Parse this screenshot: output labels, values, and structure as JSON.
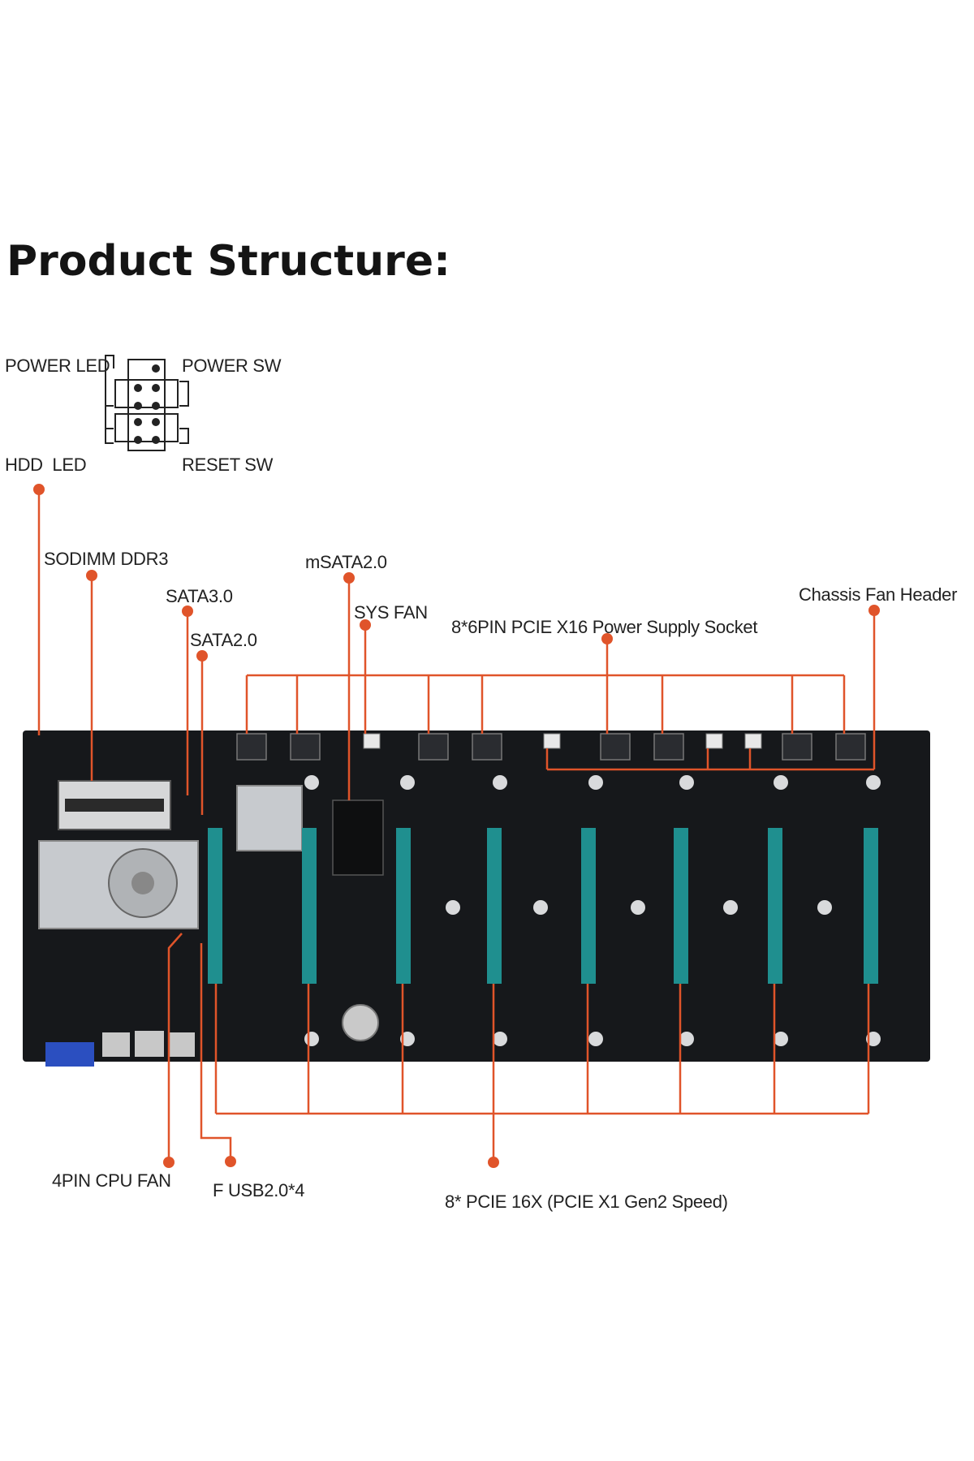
{
  "title": "Product Structure:",
  "front_panel": {
    "power_led": "POWER LED",
    "power_sw": "POWER SW",
    "hdd_led": "HDD  LED",
    "reset_sw": "RESET SW"
  },
  "labels": {
    "sodimm": "SODIMM DDR3",
    "sata3": "SATA3.0",
    "sata2": "SATA2.0",
    "msata": "mSATA2.0",
    "sys_fan": "SYS FAN",
    "power_socket": "8*6PIN PCIE X16 Power Supply Socket",
    "chassis_fan": "Chassis Fan Header",
    "cpu_fan": "4PIN CPU FAN",
    "usb": "F USB2.0*4",
    "pcie": "8* PCIE 16X (PCIE X1 Gen2 Speed)"
  },
  "colors": {
    "callout": "#e0542a",
    "board": "#16181b",
    "pcie_slot": "#1f8f8f",
    "heatsink": "#c7cace"
  }
}
